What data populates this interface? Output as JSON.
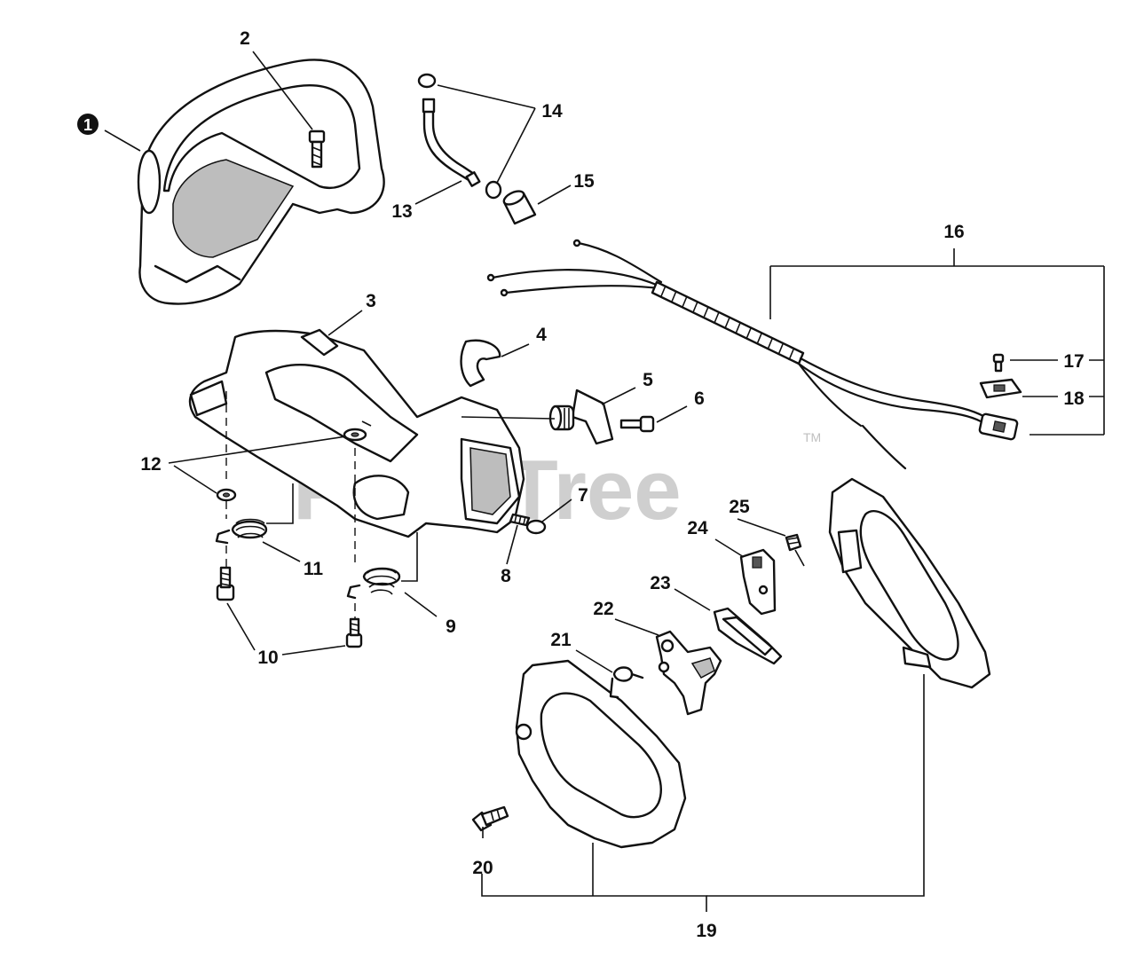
{
  "watermark": {
    "text": "PartsTree",
    "trademark": "TM"
  },
  "part_labels": {
    "p1": "1",
    "p2": "2",
    "p3": "3",
    "p4": "4",
    "p5": "5",
    "p6": "6",
    "p7": "7",
    "p8": "8",
    "p9": "9",
    "p10": "10",
    "p11": "11",
    "p12": "12",
    "p13": "13",
    "p14": "14",
    "p15": "15",
    "p16": "16",
    "p17": "17",
    "p18": "18",
    "p19": "19",
    "p20": "20",
    "p21": "21",
    "p22": "22",
    "p23": "23",
    "p24": "24",
    "p25": "25"
  },
  "colors": {
    "line": "#111111",
    "watermark": "#cfcfcf",
    "background": "#ffffff"
  },
  "icons": {
    "badge_part_1": "filled-circle-icon"
  }
}
